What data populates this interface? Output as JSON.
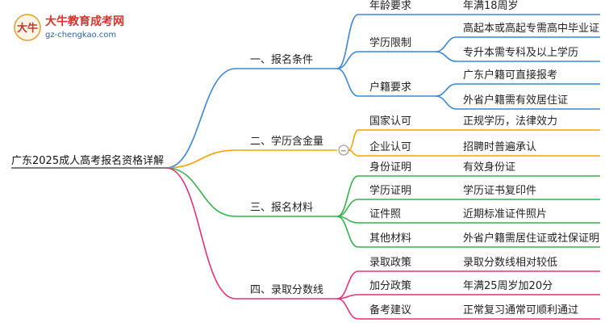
{
  "logo": {
    "title": "大牛教育成考网",
    "url_text": "gz-chengkao.com",
    "seal_text": "大牛"
  },
  "colors": {
    "branch1": "#3a86d8",
    "branch2": "#f0a500",
    "branch3": "#34b44a",
    "branch4": "#e2327a"
  },
  "root": {
    "label": "广东2025成人高考报名资格详解"
  },
  "branches": [
    {
      "label": "一、报名条件",
      "color_key": "branch1",
      "children": [
        {
          "label": "年龄要求",
          "items": [
            "年满18周岁"
          ]
        },
        {
          "label": "学历限制",
          "items": [
            "高起本或高起专需高中毕业证",
            "专升本需专科及以上学历"
          ]
        },
        {
          "label": "户籍要求",
          "items": [
            "广东户籍可直接报考",
            "外省户籍需有效居住证"
          ]
        }
      ]
    },
    {
      "label": "二、学历含金量",
      "color_key": "branch2",
      "collapse_symbol": "−",
      "children": [
        {
          "label": "国家认可",
          "items": [
            "正规学历，法律效力"
          ]
        },
        {
          "label": "企业认可",
          "items": [
            "招聘时普遍承认"
          ]
        }
      ]
    },
    {
      "label": "三、报名材料",
      "color_key": "branch3",
      "children": [
        {
          "label": "身份证明",
          "items": [
            "有效身份证"
          ]
        },
        {
          "label": "学历证明",
          "items": [
            "学历证书复印件"
          ]
        },
        {
          "label": "证件照",
          "items": [
            "近期标准证件照片"
          ]
        },
        {
          "label": "其他材料",
          "items": [
            "外省户籍需居住证或社保证明"
          ]
        }
      ]
    },
    {
      "label": "四、录取分数线",
      "color_key": "branch4",
      "children": [
        {
          "label": "录取政策",
          "items": [
            "录取分数线相对较低"
          ]
        },
        {
          "label": "加分政策",
          "items": [
            "年满25周岁加20分"
          ]
        },
        {
          "label": "备考建议",
          "items": [
            "正常复习通常可顺利通过"
          ]
        }
      ]
    }
  ]
}
